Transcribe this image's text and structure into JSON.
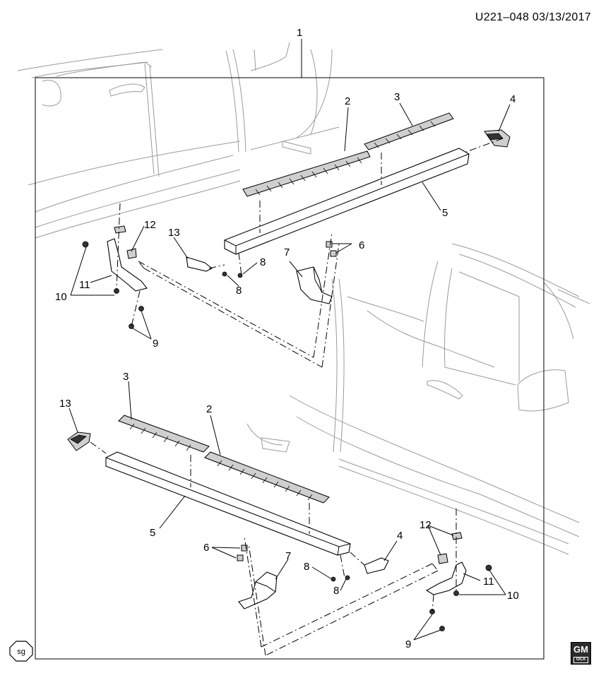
{
  "header": {
    "code": "U221–048",
    "date": "03/13/2017"
  },
  "callouts": {
    "c1": "1",
    "c2a": "2",
    "c2b": "2",
    "c3a": "3",
    "c3b": "3",
    "c4a": "4",
    "c4b": "4",
    "c5a": "5",
    "c5b": "5",
    "c6a": "6",
    "c6b": "6",
    "c7a": "7",
    "c7b": "7",
    "c8a": "8",
    "c8b": "8",
    "c8c": "8",
    "c8d": "8",
    "c9a": "9",
    "c9b": "9",
    "c10a": "10",
    "c10b": "10",
    "c11a": "11",
    "c11b": "11",
    "c12a": "12",
    "c12b": "12",
    "c13a": "13",
    "c13b": "13"
  },
  "badges": {
    "left": "sg",
    "right_top": "GM",
    "right_bottom": "OCA"
  }
}
